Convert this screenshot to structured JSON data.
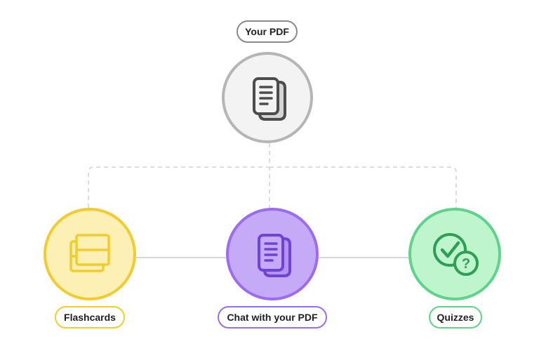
{
  "diagram": {
    "top_node": {
      "label": "Your PDF",
      "icon": "document-icon"
    },
    "children": [
      {
        "label": "Flashcards",
        "icon": "flashcards-icon"
      },
      {
        "label": "Chat with your PDF",
        "icon": "document-icon"
      },
      {
        "label": "Quizzes",
        "icon": "check-question-icon"
      }
    ]
  },
  "colors": {
    "gray_accent": "#8a8a8a",
    "yellow_accent": "#f2cc2f",
    "purple_accent": "#9b6cf0",
    "green_accent": "#5fd38a"
  }
}
